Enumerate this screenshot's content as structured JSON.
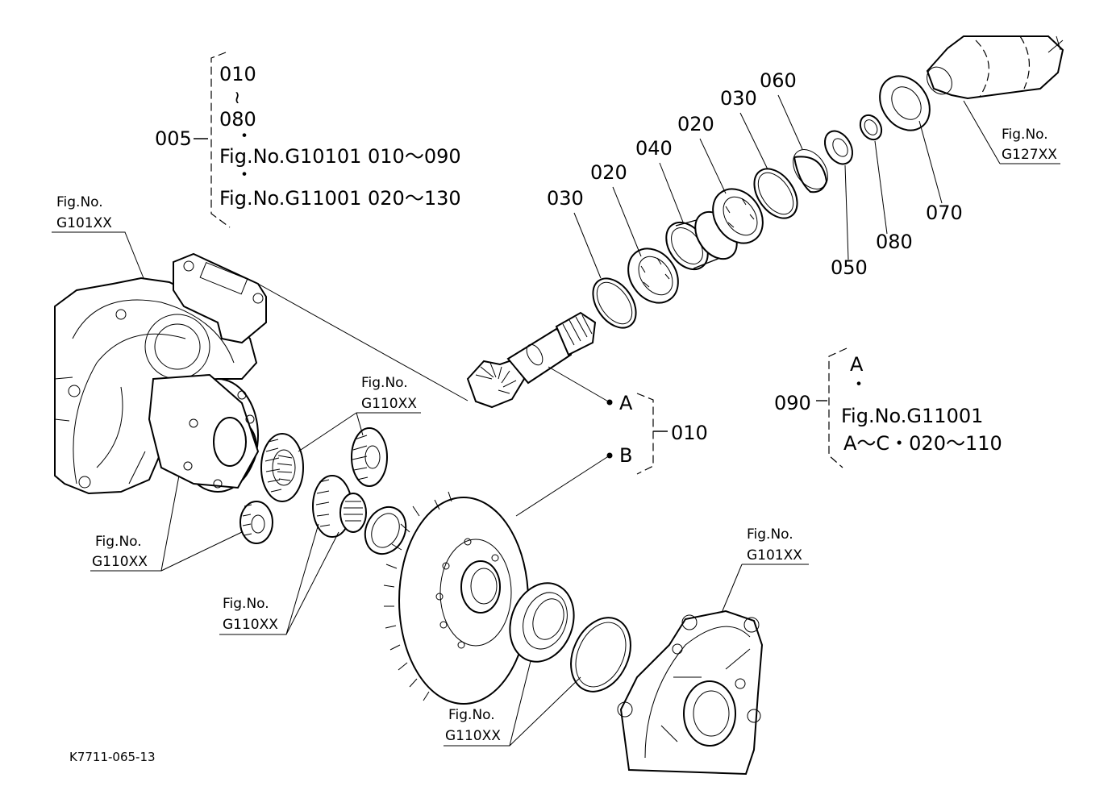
{
  "diagram": {
    "drawing_code": "K7711-065-13",
    "group_labels": {
      "g005": {
        "code": "005",
        "lines": [
          "010",
          "≀",
          "080",
          "・",
          "Fig.No.G10101  010～090",
          "・",
          "Fig.No.G11001  020～130"
        ]
      },
      "g090": {
        "code": "090",
        "lines": [
          "A",
          "・",
          "Fig.No.G11001",
          "A～C・020～110"
        ]
      },
      "g010": {
        "code": "010",
        "points": [
          "A",
          "B"
        ]
      }
    },
    "part_callouts": [
      {
        "id": "c030a",
        "text": "030"
      },
      {
        "id": "c020a",
        "text": "020"
      },
      {
        "id": "c040",
        "text": "040"
      },
      {
        "id": "c020b",
        "text": "020"
      },
      {
        "id": "c030b",
        "text": "030"
      },
      {
        "id": "c060",
        "text": "060"
      },
      {
        "id": "c050",
        "text": "050"
      },
      {
        "id": "c080",
        "text": "080"
      },
      {
        "id": "c070",
        "text": "070"
      }
    ],
    "fig_refs": [
      {
        "id": "ref-g101-top",
        "line1": "Fig.No.",
        "line2": "G101XX"
      },
      {
        "id": "ref-g127",
        "line1": "Fig.No.",
        "line2": "G127XX"
      },
      {
        "id": "ref-g110-top",
        "line1": "Fig.No.",
        "line2": "G110XX"
      },
      {
        "id": "ref-g110-left",
        "line1": "Fig.No.",
        "line2": "G110XX"
      },
      {
        "id": "ref-g110-mid",
        "line1": "Fig.No.",
        "line2": "G110XX"
      },
      {
        "id": "ref-g110-bottom",
        "line1": "Fig.No.",
        "line2": "G110XX"
      },
      {
        "id": "ref-g101-right",
        "line1": "Fig.No.",
        "line2": "G101XX"
      }
    ]
  }
}
